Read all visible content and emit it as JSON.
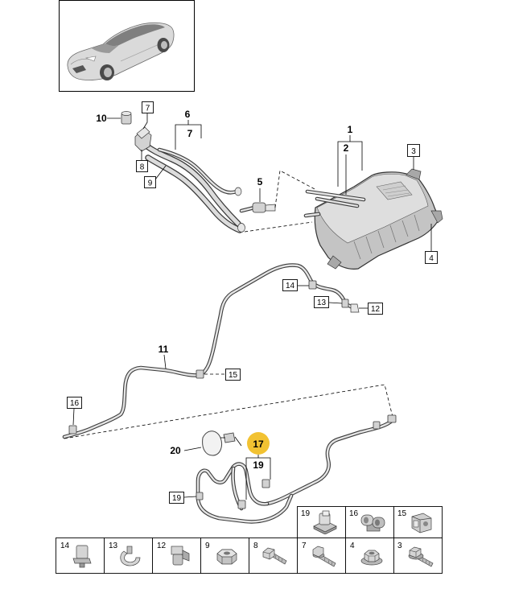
{
  "callouts": {
    "part_10": "10",
    "part_7_boxed": "7",
    "part_6": "6",
    "part_7": "7",
    "part_8": "8",
    "part_9": "9",
    "part_1": "1",
    "part_2": "2",
    "part_3": "3",
    "part_5": "5",
    "part_4": "4",
    "part_14": "14",
    "part_13": "13",
    "part_12": "12",
    "part_11": "11",
    "part_15": "15",
    "part_16": "16",
    "part_20": "20",
    "part_17": "17",
    "part_19": "19",
    "part_19_boxed": "19"
  },
  "legend": {
    "top_row": [
      {
        "label": "19",
        "icon": "clip-icon"
      },
      {
        "label": "16",
        "icon": "double-clip-icon"
      },
      {
        "label": "15",
        "icon": "clip-icon"
      }
    ],
    "bottom_row": [
      {
        "label": "14",
        "icon": "clip-icon"
      },
      {
        "label": "13",
        "icon": "c-clip-icon"
      },
      {
        "label": "12",
        "icon": "clip-icon"
      },
      {
        "label": "9",
        "icon": "nut-icon"
      },
      {
        "label": "8",
        "icon": "bolt-icon"
      },
      {
        "label": "7",
        "icon": "bolt-icon"
      },
      {
        "label": "4",
        "icon": "flange-nut-icon"
      },
      {
        "label": "3",
        "icon": "bolt-icon"
      }
    ]
  },
  "colors": {
    "highlight": "#f2c232",
    "outline": "#333333",
    "part_fill": "#d2d2d2"
  }
}
